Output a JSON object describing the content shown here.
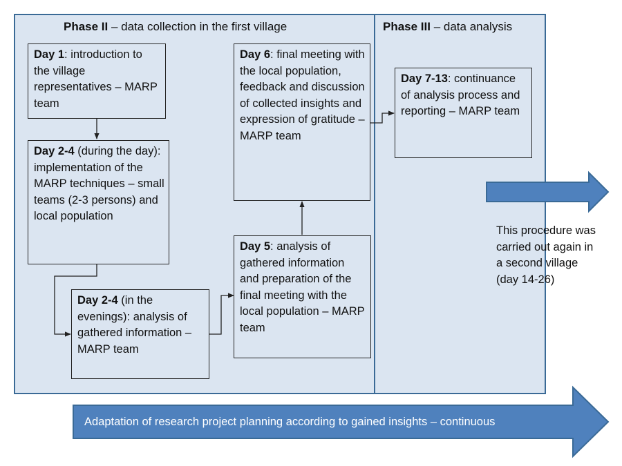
{
  "phase2": {
    "title_bold": "Phase II",
    "title_rest": " – data collection in the first village"
  },
  "phase3": {
    "title_bold": "Phase III",
    "title_rest": " – data analysis"
  },
  "boxes": {
    "day1": {
      "bold": "Day 1",
      "text": ": introduction to the village representatives – MARP team"
    },
    "day2_4_day": {
      "bold": "Day 2-4",
      "text": " (during the day): implementation of the MARP techniques – small teams (2-3 persons) and local population"
    },
    "day2_4_eve": {
      "bold": "Day 2-4",
      "text": " (in the evenings): analysis of gathered information – MARP team"
    },
    "day5": {
      "bold": "Day 5",
      "text": ": analysis of gathered information and preparation of the final meeting with the local population – MARP team"
    },
    "day6": {
      "bold": "Day 6",
      "text": ": final meeting with the local population, feedback and discussion of collected insights and expression of gratitude – MARP team"
    },
    "day7_13": {
      "bold": "Day 7-13",
      "text": ": continuance of analysis process and reporting – MARP team"
    }
  },
  "note": "This procedure was carried out again in a second village (day 14-26)",
  "bottom_arrow": "Adaptation of research project planning according to gained insights – continuous",
  "colors": {
    "panel": "#dbe5f1",
    "panel_border": "#3a6a96",
    "arrow_fill": "#4f81bd",
    "arrow_stroke": "#3a6a96"
  }
}
